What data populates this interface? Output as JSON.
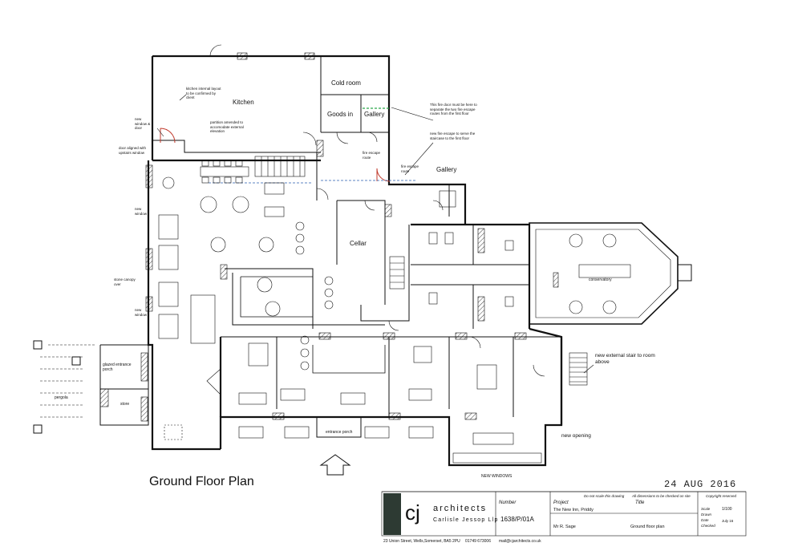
{
  "drawing": {
    "title": "Ground Floor Plan",
    "date_stamp": "24 AUG 2016"
  },
  "rooms": {
    "kitchen": "Kitchen",
    "cold_room": "Cold room",
    "goods_in": "Goods in",
    "gallery_upper": "Gallery",
    "gallery_lower": "Gallery",
    "cellar": "Cellar",
    "conservatory": "conservatory",
    "store": "store",
    "glazed_porch": "glazed entrance porch",
    "pergola": "pergola",
    "entrance_porch": "entrance porch"
  },
  "notes": {
    "kitchen_layout": "kitchen internal layout to be confirmed by client",
    "partition": "partition amended to accomodate external elevation",
    "new_window_door": "new window & door",
    "door_aligned": "door aligned with upstairs window",
    "new_window_1": "new window",
    "stone_canopy": "stone canopy over",
    "new_window_2": "new window",
    "fire_door": "This fire door must be here to separate the two fire escape routes from the first floor",
    "fire_escape_new": "new fire escape to serve the staircase to the first floor",
    "fire_escape_route": "fire escape route",
    "fire_escape_route_2": "fire escape route",
    "external_stair": "new external stair to room above",
    "new_opening": "new opening",
    "new_windows": "NEW WINDOWS"
  },
  "title_block": {
    "disclaimer_1": "Do not scale this drawing",
    "disclaimer_2": "All dimensions to be checked on site",
    "copyright": "Copyright reserved",
    "logo_mark": "cj",
    "firm_name": "architects",
    "firm_sub": "Carlisle Jessop Llp",
    "number_label": "Number",
    "number_value": "1638/P/01A",
    "project_label": "Project",
    "project_value": "The New Inn, Priddy",
    "client_value": "Mr R. Sage",
    "title_label": "Title",
    "title_value": "Ground floor plan",
    "scale_label": "Scale",
    "scale_value": "1/100",
    "drawn_label": "Drawn",
    "date_label": "Date",
    "date_value": "July 16",
    "checked_label": "Checked",
    "address": "23 Union Street, Wells,Somerset, BA5 2PU",
    "phone": "01749 673006",
    "email": "mail@cjarchitects.co.uk"
  },
  "colors": {
    "walls": "#111111",
    "door_swing": "#c0392b",
    "fire_route": "#2aa84a",
    "annotation_blue": "#2a5db0"
  }
}
